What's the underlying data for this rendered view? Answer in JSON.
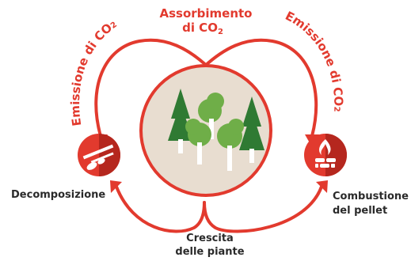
{
  "labels": {
    "top_line1": "Assorbimento",
    "top_line2": "di CO",
    "top_sub": "2",
    "left_arc": "Emissione di CO",
    "left_sub": "2",
    "right_arc": "Emissione di CO",
    "right_sub": "2",
    "left_node": "Decomposizione",
    "right_node_line1": "Combustione",
    "right_node_line2": "del pellet",
    "bottom_line1": "Crescita",
    "bottom_line2": "delle piante"
  },
  "icons": {
    "center": "forest-icon",
    "left": "decomposing-wood-icon",
    "right": "burning-pellet-icon"
  },
  "colors": {
    "accent_red": "#e23a2e",
    "dark_red": "#b5271e",
    "center_fill": "#e8ddd0",
    "tree_dark": "#2f7a33",
    "tree_light": "#6fae48",
    "text_dark": "#2a2a2a"
  }
}
